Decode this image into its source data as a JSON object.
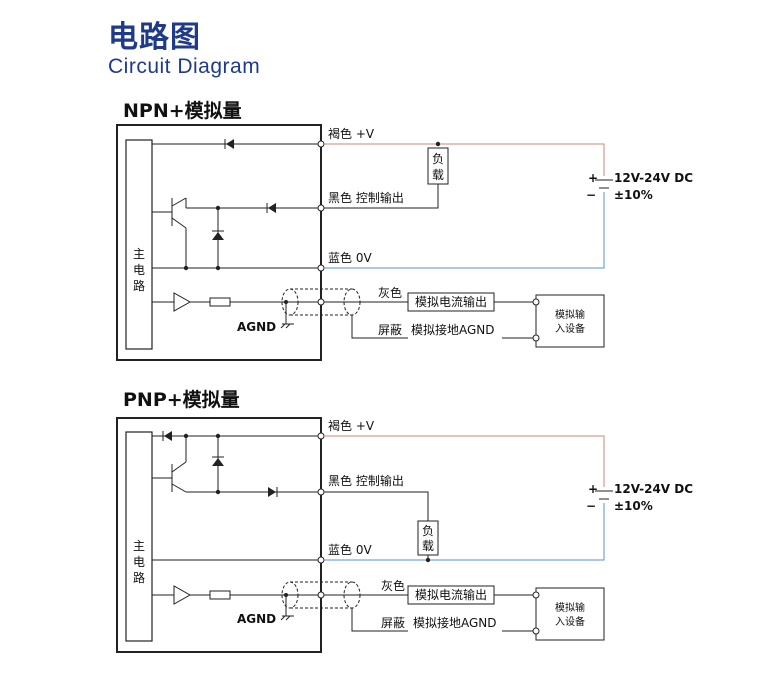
{
  "title_cn": "电路图",
  "title_en": "Circuit Diagram",
  "colors": {
    "title": "#1f3a8a",
    "brown_wire": "#c48a7a",
    "blue_wire": "#5b8fd4",
    "wire": "#222222"
  },
  "sections": [
    {
      "title": "NPN+模拟量",
      "main_circuit": [
        "主",
        "电",
        "路"
      ],
      "brown": "褐色 +V",
      "black": "黑色 控制输出",
      "blue": "蓝色 0V",
      "load": [
        "负",
        "载"
      ],
      "gray": "灰色",
      "shield": "屏蔽",
      "current_out": "模拟电流输出",
      "agnd_conn": "模拟接地AGND",
      "device": [
        "模拟输",
        "入设备"
      ],
      "agnd": "AGND",
      "supply": [
        "12V-24V DC",
        "±10%"
      ],
      "plus": "+",
      "minus": "−"
    },
    {
      "title": "PNP+模拟量",
      "main_circuit": [
        "主",
        "电",
        "路"
      ],
      "brown": "褐色 +V",
      "black": "黑色 控制输出",
      "blue": "蓝色 0V",
      "load": [
        "负",
        "载"
      ],
      "gray": "灰色",
      "shield": "屏蔽",
      "current_out": "模拟电流输出",
      "agnd_conn": "模拟接地AGND",
      "device": [
        "模拟输",
        "入设备"
      ],
      "agnd": "AGND",
      "supply": [
        "12V-24V DC",
        "±10%"
      ],
      "plus": "+",
      "minus": "−"
    }
  ]
}
